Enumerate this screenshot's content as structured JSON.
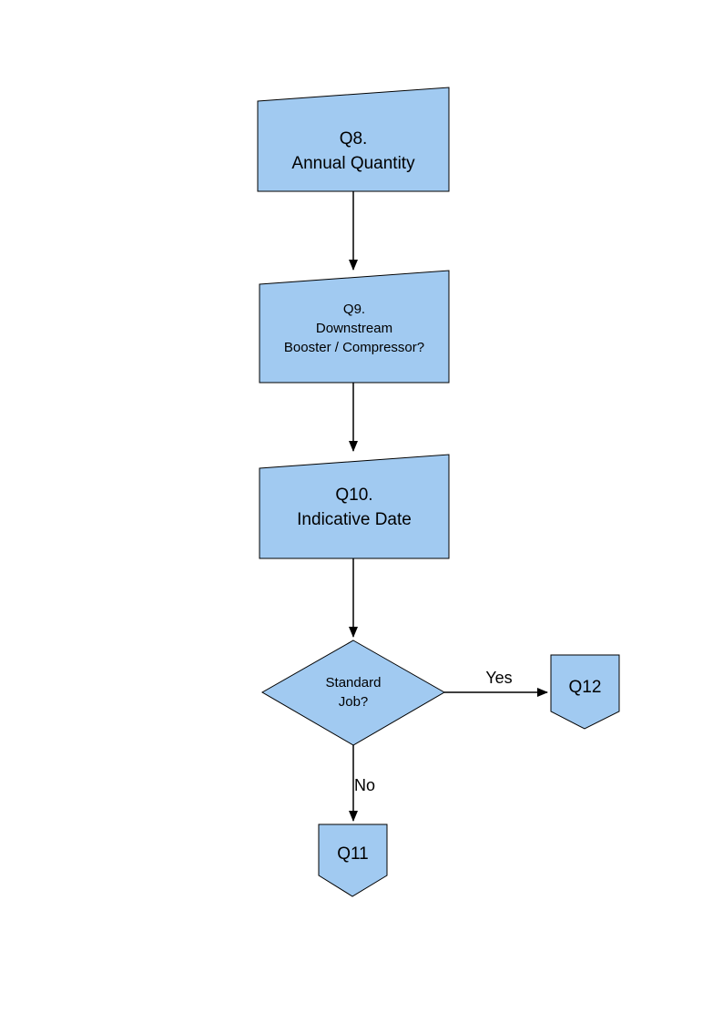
{
  "diagram": {
    "type": "flowchart",
    "colors": {
      "node_fill": "#A1CAF1",
      "node_border": "#000000",
      "connector": "#000000",
      "text": "#000000"
    },
    "nodes": {
      "q8": {
        "shape": "manual-input",
        "lines": [
          "Q8.",
          "Annual Quantity"
        ]
      },
      "q9": {
        "shape": "manual-input",
        "lines": [
          "Q9.",
          "Downstream",
          "Booster / Compressor?"
        ]
      },
      "q10": {
        "shape": "manual-input",
        "lines": [
          "Q10.",
          "Indicative Date"
        ]
      },
      "standard_job": {
        "shape": "decision-diamond",
        "lines": [
          "Standard",
          "Job?"
        ]
      },
      "q11": {
        "shape": "off-page-connector",
        "label": "Q11"
      },
      "q12": {
        "shape": "off-page-connector",
        "label": "Q12"
      }
    },
    "connectors": [
      {
        "from": "q8",
        "to": "q9",
        "label": ""
      },
      {
        "from": "q9",
        "to": "q10",
        "label": ""
      },
      {
        "from": "q10",
        "to": "standard_job",
        "label": ""
      },
      {
        "from": "standard_job",
        "to": "q12",
        "label": "Yes"
      },
      {
        "from": "standard_job",
        "to": "q11",
        "label": "No"
      }
    ]
  }
}
